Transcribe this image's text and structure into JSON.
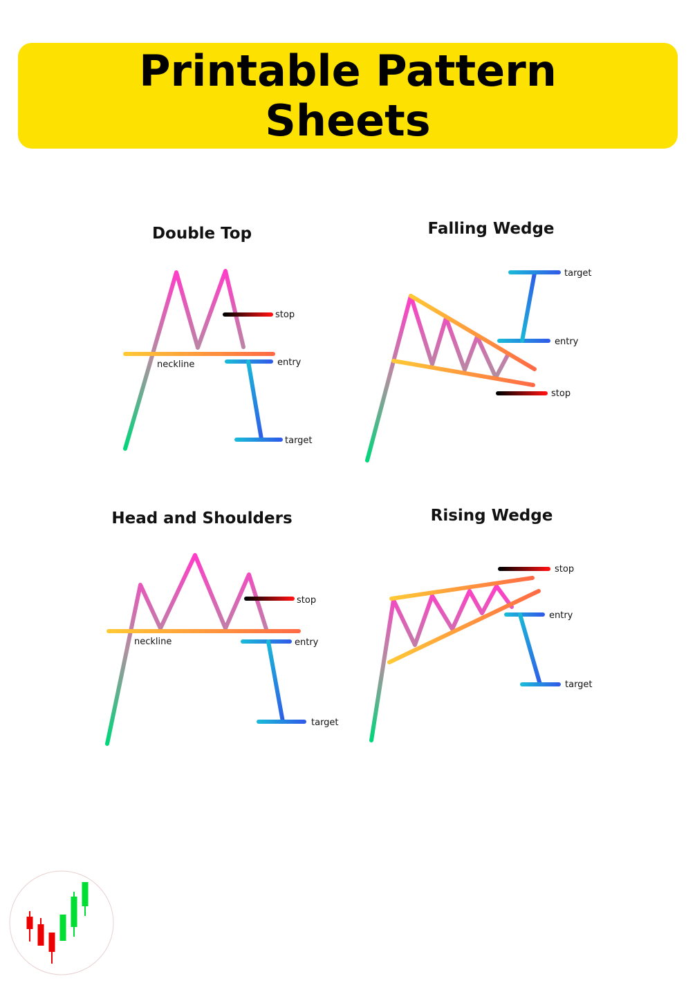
{
  "header": {
    "title_line1": "Printable Pattern",
    "title_line2": "Sheets",
    "background": "#FDE100"
  },
  "patterns": [
    {
      "title": "Double Top",
      "neckline": "neckline",
      "stop": "stop",
      "entry": "entry",
      "target": "target"
    },
    {
      "title": "Falling Wedge",
      "stop": "stop",
      "entry": "entry",
      "target": "target"
    },
    {
      "title": "Head and Shoulders",
      "neckline": "neckline",
      "stop": "stop",
      "entry": "entry",
      "target": "target"
    },
    {
      "title": "Rising Wedge",
      "stop": "stop",
      "entry": "entry",
      "target": "target"
    }
  ],
  "colors": {
    "price_low": "#00D67A",
    "price_high": "#FF3DC8",
    "trend_start": "#FFC935",
    "trend_end": "#FF6A45",
    "stop_start": "#000000",
    "stop_end": "#FF1010",
    "entry_start": "#19B8D8",
    "entry_end": "#2F5CE8",
    "bull": "#00DD33",
    "bear": "#EE0000"
  },
  "logo": {
    "icon": "candlestick-chart-icon"
  }
}
